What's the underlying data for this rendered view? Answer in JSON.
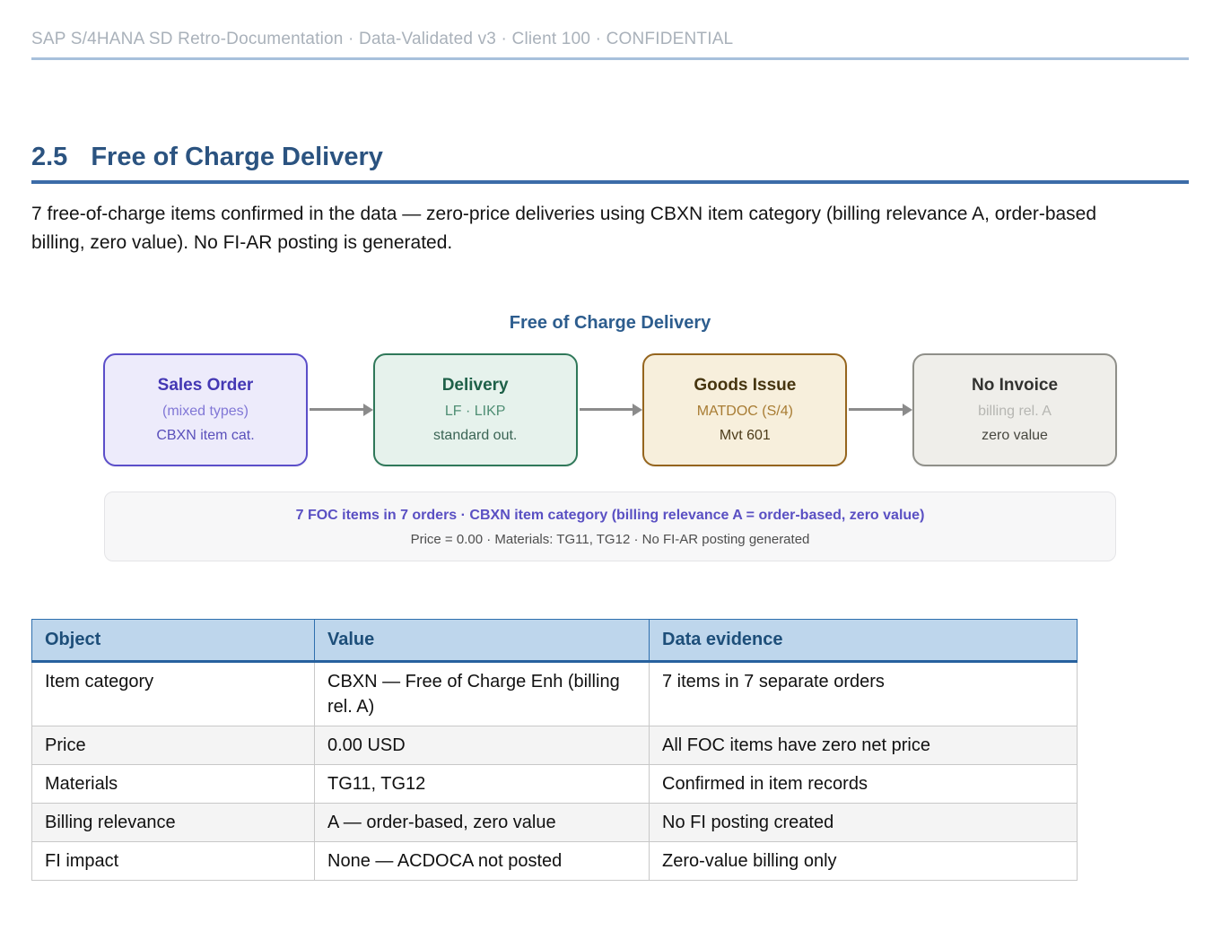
{
  "page": {
    "header_meta": "SAP S/4HANA SD Retro-Documentation · Data-Validated v3 · Client 100 · CONFIDENTIAL",
    "section_number": "2.5",
    "section_title": "Free of Charge Delivery",
    "intro_paragraph": "7 free-of-charge items confirmed in the data — zero-price deliveries using CBXN item category (billing relevance A, order-based billing, zero value). No FI-AR posting is generated."
  },
  "diagram": {
    "title": "Free of Charge Delivery",
    "nodes": [
      {
        "title": "Sales Order",
        "line1": "(mixed types)",
        "line2": "CBXN item cat.",
        "theme": "purple"
      },
      {
        "title": "Delivery",
        "line1": "LF · LIKP",
        "line2": "standard out.",
        "theme": "green"
      },
      {
        "title": "Goods Issue",
        "line1": "MATDOC (S/4)",
        "line2": "Mvt 601",
        "theme": "amber"
      },
      {
        "title": "No Invoice",
        "line1": "billing rel. A",
        "line2": "zero value",
        "theme": "gray"
      }
    ],
    "note_line1": "7 FOC items in 7 orders · CBXN item category (billing relevance A = order-based, zero value)",
    "note_line2": "Price = 0.00 · Materials: TG11, TG12 · No FI-AR posting generated"
  },
  "table": {
    "headers": [
      "Object",
      "Value",
      "Data evidence"
    ],
    "rows": [
      [
        "Item category",
        "CBXN — Free of Charge Enh (billing rel. A)",
        "7 items in 7 separate orders"
      ],
      [
        "Price",
        "0.00 USD",
        "All FOC items have zero net price"
      ],
      [
        "Materials",
        "TG11, TG12",
        "Confirmed in item records"
      ],
      [
        "Billing relevance",
        "A — order-based, zero value",
        "No FI posting created"
      ],
      [
        "FI impact",
        "None — ACDOCA not posted",
        "Zero-value billing only"
      ]
    ]
  },
  "colors": {
    "header_rule": "#a7c0dc",
    "heading_text": "#2b5380",
    "heading_rule": "#3c6ca8",
    "diagram_title": "#2d5d8e",
    "node_purple_border": "#5b4ec9",
    "node_green_border": "#2f7859",
    "node_amber_border": "#95651e",
    "node_gray_border": "#8f8f89",
    "arrow": "#8b8b8b",
    "note_accent": "#5a50c3",
    "table_header_bg": "#bed6ec",
    "table_header_text": "#1d4e79",
    "table_header_border": "#2f6fae"
  }
}
